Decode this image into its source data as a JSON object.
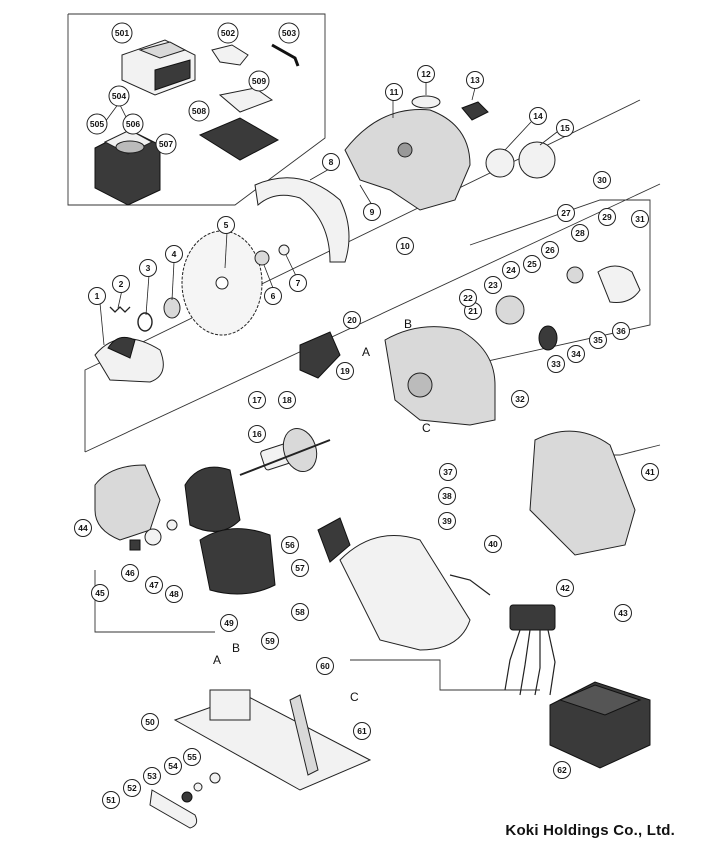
{
  "brand": "Koki Holdings Co., Ltd.",
  "letters": [
    "A",
    "B",
    "C"
  ],
  "part_numbers": [
    "1",
    "2",
    "3",
    "4",
    "5",
    "6",
    "7",
    "8",
    "9",
    "10",
    "11",
    "12",
    "13",
    "14",
    "15",
    "16",
    "17",
    "18",
    "19",
    "20",
    "21",
    "22",
    "23",
    "24",
    "25",
    "26",
    "27",
    "28",
    "29",
    "30",
    "31",
    "32",
    "33",
    "34",
    "35",
    "36",
    "37",
    "38",
    "39",
    "40",
    "41",
    "42",
    "43",
    "44",
    "45",
    "46",
    "47",
    "48",
    "49",
    "50",
    "51",
    "52",
    "53",
    "54",
    "55",
    "56",
    "57",
    "58",
    "59",
    "60",
    "61",
    "62",
    "501",
    "502",
    "503",
    "504",
    "505",
    "506",
    "507",
    "508",
    "509"
  ]
}
